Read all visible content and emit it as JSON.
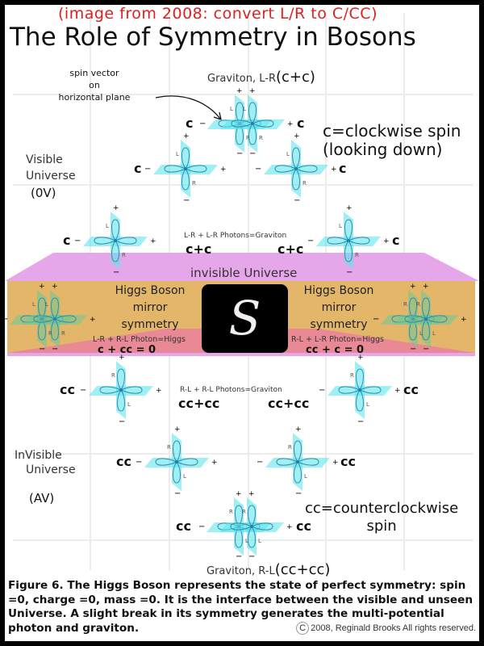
{
  "annotation_note": "(image from 2008: convert L/R to C/CC)",
  "title": "The Role of Symmetry in Bosons",
  "spin_vector_note": [
    "spin vector",
    "on",
    "horizontal plane"
  ],
  "top_graviton": {
    "label": "Graviton, L-R",
    "hand_label": "(c+c)"
  },
  "clockwise_note": [
    "c=clockwise spin",
    "(looking down)"
  ],
  "visible_universe": {
    "label": [
      "Visible",
      "Universe"
    ],
    "hand_label": "(0V)"
  },
  "visible_photon_sum": {
    "label": "L-R + L-R Photons=Graviton",
    "left": "c+c",
    "right": "c+c"
  },
  "invisible_universe_band": "invisible Universe",
  "higgs_left": {
    "label": [
      "Higgs Boson",
      "mirror",
      "symmetry"
    ],
    "equation": "L-R + R-L Photon=Higgs",
    "hand": "c + cc = 0"
  },
  "higgs_right": {
    "label": [
      "Higgs Boson",
      "mirror",
      "symmetry"
    ],
    "equation": "R-L + L-R Photon=Higgs",
    "hand": "cc + c = 0"
  },
  "center_symbol": "S",
  "invisible_photon_sum": {
    "label": "R-L + R-L Photons=Graviton",
    "left": "cc+cc",
    "right": "cc+cc"
  },
  "invisible_universe": {
    "label": [
      "InVisible",
      "Universe"
    ],
    "hand_label": "(AV)"
  },
  "counterclockwise_note": [
    "cc=counterclockwise",
    "spin"
  ],
  "bottom_graviton": {
    "label": "Graviton, R-L",
    "hand_label": "(cc+cc)"
  },
  "photon_tags": {
    "top_graviton": [
      "c",
      "c"
    ],
    "visible_row1": [
      "c",
      "c"
    ],
    "visible_row2": [
      "c",
      "c"
    ],
    "invisible_row1": [
      "cc",
      "cc"
    ],
    "invisible_row2": [
      "cc",
      "cc"
    ],
    "bottom_graviton": [
      "cc",
      "cc"
    ]
  },
  "caption": "Figure 6. The Higgs Boson represents the state of perfect symmetry: spin =0, charge =0, mass =0. It is the interface between the visible and unseen Universe. A slight break in its symmetry generates the multi-potential photon and graviton.",
  "copyright": {
    "symbol": "C",
    "text": "2008, Reginald Brooks  All rights reserved."
  },
  "colors": {
    "note": "#e02020",
    "photon": "#5fe6ee",
    "band_magenta": "#e6a6ea",
    "band_orange": "#e3b66a",
    "band_pink": "#e8849a"
  }
}
